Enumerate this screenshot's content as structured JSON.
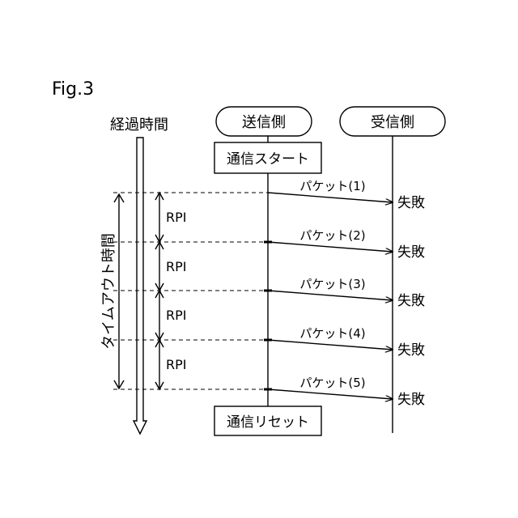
{
  "figure_label": "Fig.3",
  "time_axis_label": "経過時間",
  "timeout_label": "タイムアウト時間",
  "sender": {
    "label": "送信側"
  },
  "receiver": {
    "label": "受信側"
  },
  "start_box": "通信スタート",
  "reset_box": "通信リセット",
  "interval_label": "RPI",
  "intervals": [
    "RPI",
    "RPI",
    "RPI",
    "RPI"
  ],
  "packets": [
    {
      "label": "パケット(1)",
      "result": "失敗"
    },
    {
      "label": "パケット(2)",
      "result": "失敗"
    },
    {
      "label": "パケット(3)",
      "result": "失敗"
    },
    {
      "label": "パケット(4)",
      "result": "失敗"
    },
    {
      "label": "パケット(5)",
      "result": "失敗"
    }
  ]
}
